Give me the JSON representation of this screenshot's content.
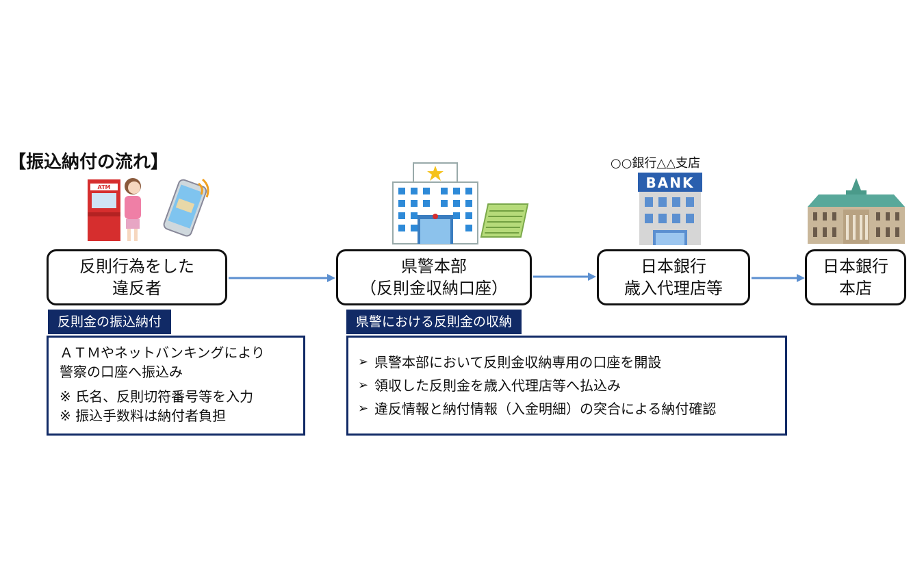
{
  "title": "【振込納付の流れ】",
  "bank_branch_label": "○○銀行△△支店",
  "bank_sign": "BANK",
  "atm_label": "ATM",
  "nodes": [
    {
      "id": "violator",
      "lines": [
        "反則行為をした",
        "違反者"
      ]
    },
    {
      "id": "police-hq",
      "lines": [
        "県警本部",
        "（反則金収納口座）"
      ]
    },
    {
      "id": "boj-agent",
      "lines": [
        "日本銀行",
        "歳入代理店等"
      ]
    },
    {
      "id": "boj-main",
      "lines": [
        "日本銀行",
        "本店"
      ]
    }
  ],
  "left_panel": {
    "header": "反則金の振込納付",
    "lines": [
      "ＡＴＭやネットバンキングにより",
      "警察の口座へ振込み",
      "※ 氏名、反則切符番号等を入力",
      "※ 振込手数料は納付者負担"
    ]
  },
  "right_panel": {
    "header": "県警における反則金の収納",
    "bullet": "➢",
    "items": [
      "県警本部において反則金収納専用の口座を開設",
      "領収した反則金を歳入代理店等へ払込み",
      "違反情報と納付情報（入金明細）の突合による納付確認"
    ]
  },
  "colors": {
    "arrow": "#5b8fd0",
    "panel_navy": "#112a66",
    "node_border": "#111111"
  }
}
